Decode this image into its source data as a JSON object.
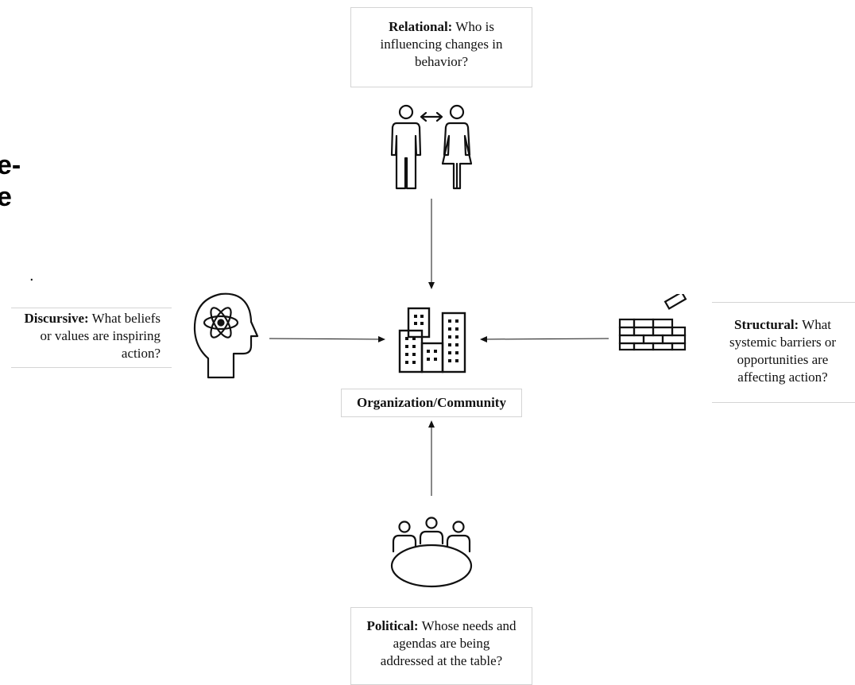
{
  "left_fragment": {
    "line1": "e-",
    "line2": "e"
  },
  "dot": ".",
  "center": {
    "label": "Organization/Community"
  },
  "nodes": {
    "relational": {
      "title": "Relational:",
      "text": "Who is influencing changes in behavior?"
    },
    "discursive": {
      "title": "Discursive:",
      "text": "What beliefs or values are inspiring action?"
    },
    "structural": {
      "title": "Structural:",
      "text": "What systemic barriers or opportunities are affecting action?"
    },
    "political": {
      "title": "Political:",
      "text": "Whose needs and agendas are being addressed at the table?"
    }
  },
  "icons": {
    "relational": "two-people-exchange-icon",
    "discursive": "head-atom-icon",
    "center": "city-buildings-icon",
    "structural": "brick-wall-icon",
    "political": "meeting-table-icon"
  }
}
